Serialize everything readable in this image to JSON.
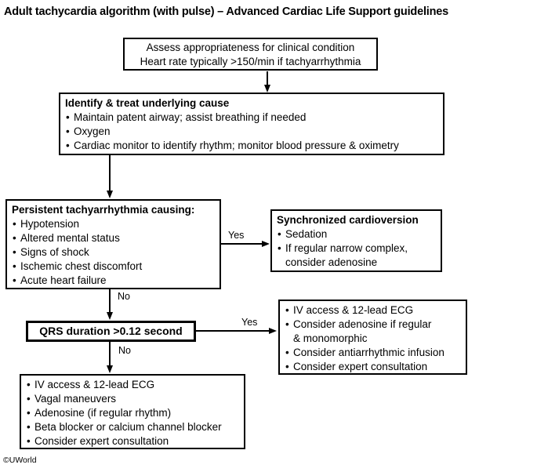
{
  "page": {
    "title": "Adult tachycardia algorithm (with pulse) – Advanced Cardiac Life Support guidelines",
    "watermark": "©UWorld"
  },
  "labels": {
    "yes": "Yes",
    "no": "No"
  },
  "boxes": {
    "assess": {
      "line1": "Assess appropriateness for clinical condition",
      "line2": "Heart rate typically >150/min if tachyarrhythmia"
    },
    "identify": {
      "header": "Identify & treat underlying cause",
      "bullets": [
        "Maintain patent airway; assist breathing if needed",
        "Oxygen",
        "Cardiac monitor to identify rhythm; monitor blood pressure & oximetry"
      ]
    },
    "persistent": {
      "header": "Persistent tachyarrhythmia causing:",
      "bullets": [
        "Hypotension",
        "Altered mental status",
        "Signs of shock",
        "Ischemic chest discomfort",
        "Acute heart failure"
      ]
    },
    "cardioversion": {
      "header": "Synchronized cardioversion",
      "bullets": [
        "Sedation",
        "If regular narrow complex,\nconsider adenosine"
      ]
    },
    "qrs": {
      "text": "QRS duration >0.12 second"
    },
    "wide_complex": {
      "bullets": [
        "IV access & 12-lead ECG",
        "Consider adenosine if regular\n& monomorphic",
        "Consider antiarrhythmic infusion",
        "Consider expert consultation"
      ]
    },
    "narrow_complex": {
      "bullets": [
        "IV access & 12-lead ECG",
        "Vagal maneuvers",
        "Adenosine (if regular rhythm)",
        "Beta blocker or calcium channel blocker",
        "Consider expert consultation"
      ]
    }
  }
}
